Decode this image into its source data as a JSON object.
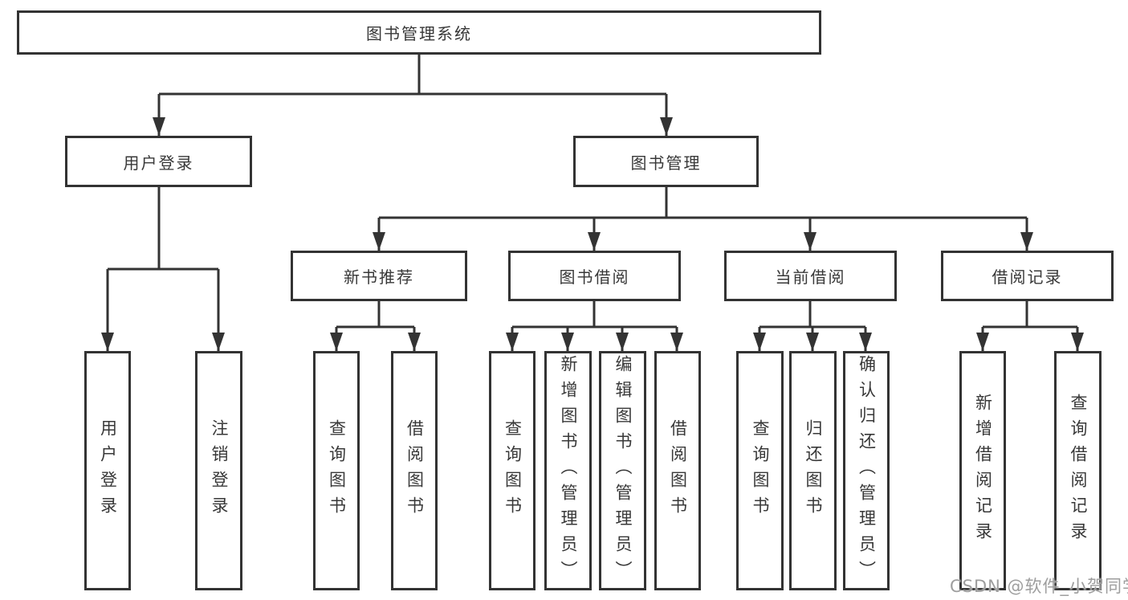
{
  "diagram": {
    "title": "图书管理系统",
    "nodes": {
      "root": "图书管理系统",
      "user_login": "用户登录",
      "book_management": "图书管理",
      "new_book_recommend": "新书推荐",
      "book_borrow": "图书借阅",
      "current_borrow": "当前借阅",
      "borrow_records": "借阅记录",
      "user_login_children": [
        "用户登录",
        "注销登录"
      ],
      "new_book_children": [
        "查询图书",
        "借阅图书"
      ],
      "borrow_children": [
        "查询图书",
        "新增图书（管理员）",
        "编辑图书（管理员）",
        "借阅图书"
      ],
      "current_children": [
        "查询图书",
        "归还图书",
        "确认归还（管理员）"
      ],
      "record_children": [
        "新增借阅记录",
        "查询借阅记录"
      ]
    },
    "colors": {
      "line": "#333333",
      "text": "#383838",
      "watermark": "#9e9e9e",
      "background": "#ffffff"
    }
  },
  "watermark": "CSDN @软件_小贺同学"
}
